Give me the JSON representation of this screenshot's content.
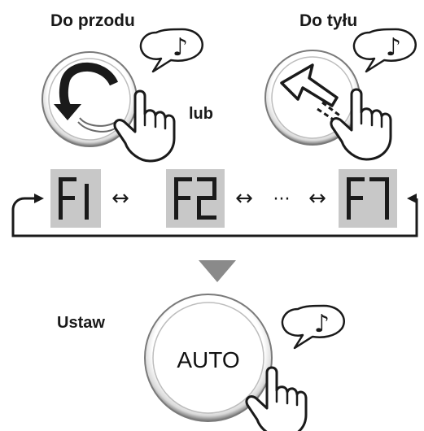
{
  "labels": {
    "forward": "Do przodu",
    "backward": "Do tyłu",
    "or": "lub",
    "set": "Ustaw"
  },
  "auto_button_label": "AUTO",
  "beep_symbol": "♪",
  "display_codes": [
    "F1",
    "F2",
    "F7"
  ],
  "ellipsis": "···",
  "icons": {
    "forward": "rotate-ccw-icon",
    "backward": "arrow-left-dashed-icon",
    "hand": "hand-pointer-icon",
    "down": "triangle-down-icon",
    "beep": "speech-bubble-note-icon"
  },
  "colors": {
    "display_bg": "#c8c8c8",
    "segment": "#1a1a1a",
    "triangle": "#8a8a8a",
    "ring": "#6d6d6d"
  }
}
